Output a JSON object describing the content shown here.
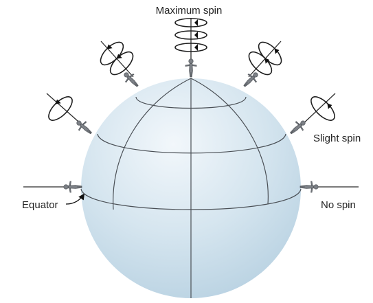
{
  "labels": {
    "maximum_spin": "Maximum spin",
    "slight_spin": "Slight spin",
    "no_spin": "No spin",
    "equator": "Equator"
  },
  "colors": {
    "globe_center": "#f2f7fb",
    "globe_edge": "#b9d2e2",
    "grid_lines": "#4a4f55",
    "figures": "#7d8187"
  }
}
